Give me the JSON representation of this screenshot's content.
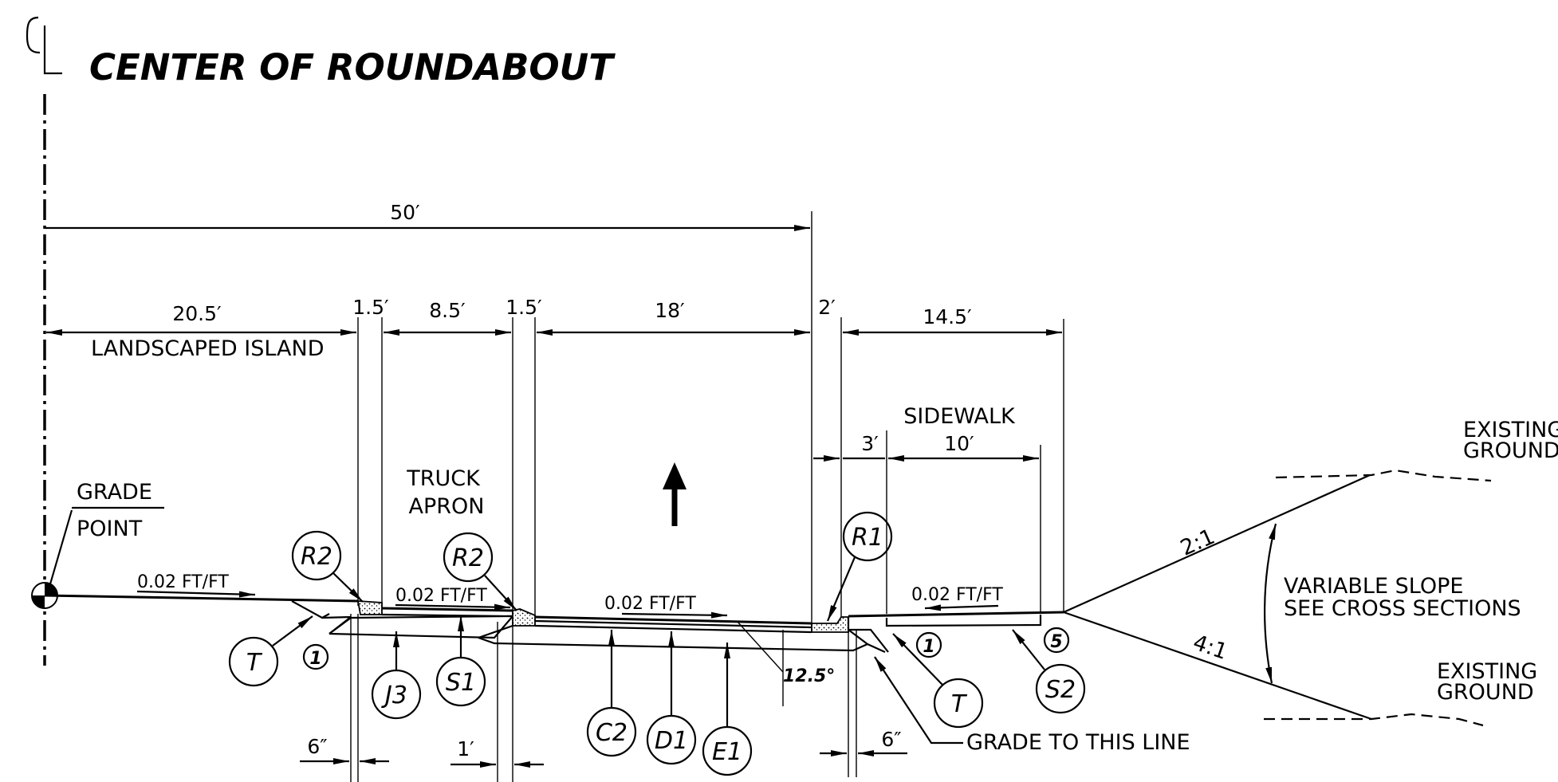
{
  "title": "CENTER OF ROUNDABOUT",
  "centerline_symbol": "CL",
  "grade_point": {
    "line1": "GRADE",
    "line2": "POINT"
  },
  "dimensions": {
    "overall": "50′",
    "island": "20.5′",
    "island_label": "LANDSCAPED  ISLAND",
    "curb_left": "1.5′",
    "apron": "8.5′",
    "curb_mid": "1.5′",
    "roadway": "18′",
    "curb_right": "2′",
    "sidewalk_area": "14.5′",
    "buffer": "3′",
    "sidewalk": "10′",
    "six_left": "6″",
    "one_ft": "1′",
    "six_right": "6″",
    "angle": "12.5°"
  },
  "labels": {
    "truck_apron_1": "TRUCK",
    "truck_apron_2": "APRON",
    "sidewalk": "SIDEWALK",
    "existing_ground_top_1": "EXISTING",
    "existing_ground_top_2": "GROUND",
    "existing_ground_bot_1": "EXISTING",
    "existing_ground_bot_2": "GROUND",
    "variable_slope_1": "VARIABLE SLOPE",
    "variable_slope_2": "SEE CROSS SECTIONS",
    "grade_line": "GRADE TO  THIS LINE",
    "slope_top": "2:1",
    "slope_bot": "4:1"
  },
  "slopes": {
    "island": "0.02  FT/FT",
    "apron": "0.02  FT/FT",
    "road": "0.02  FT/FT",
    "sidewalk": "0.02  FT/FT"
  },
  "callouts": {
    "r2_left": "R2",
    "r2_mid": "R2",
    "r1": "R1",
    "t_left": "T",
    "t_right": "T",
    "j3": "J3",
    "s1": "S1",
    "c2": "C2",
    "d1": "D1",
    "e1": "E1",
    "s2": "S2",
    "note1_left": "1",
    "note1_right": "1",
    "note5": "5"
  }
}
